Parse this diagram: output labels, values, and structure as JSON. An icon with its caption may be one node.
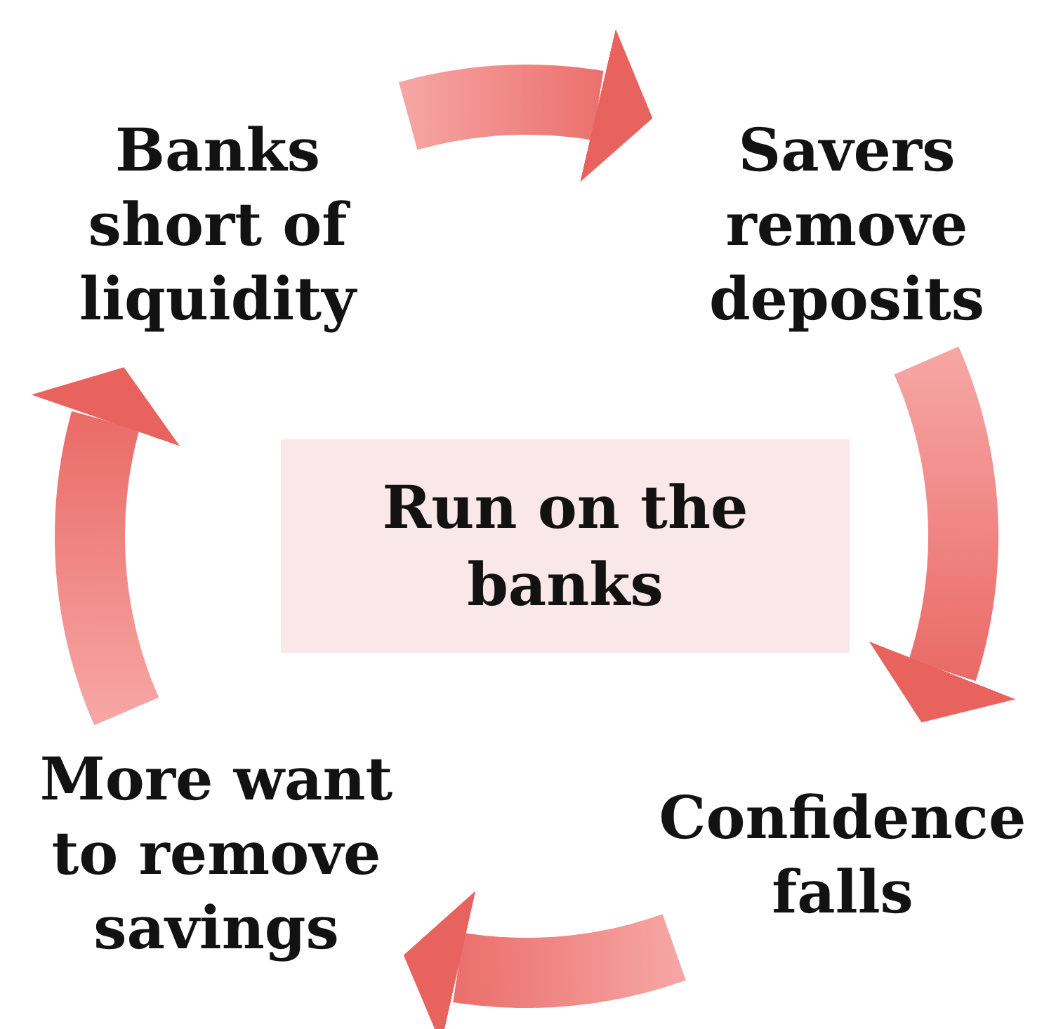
{
  "diagram": {
    "nodes": [
      {
        "text": [
          "Banks short of liquidity"
        ]
      },
      {
        "text": [
          "Savers remove deposits"
        ]
      },
      {
        "text": [
          "Confidence falls"
        ]
      },
      {
        "text": [
          "More want to remove savings"
        ]
      },
      {
        "text": [
          "Run on the banks"
        ]
      }
    ],
    "edges": [
      {
        "from": 0,
        "to": 1,
        "arrow": "to"
      },
      {
        "from": 1,
        "to": 2,
        "arrow": "to"
      },
      {
        "from": 2,
        "to": 3,
        "arrow": "to"
      },
      {
        "from": 3,
        "to": 0,
        "arrow": "to"
      }
    ]
  }
}
